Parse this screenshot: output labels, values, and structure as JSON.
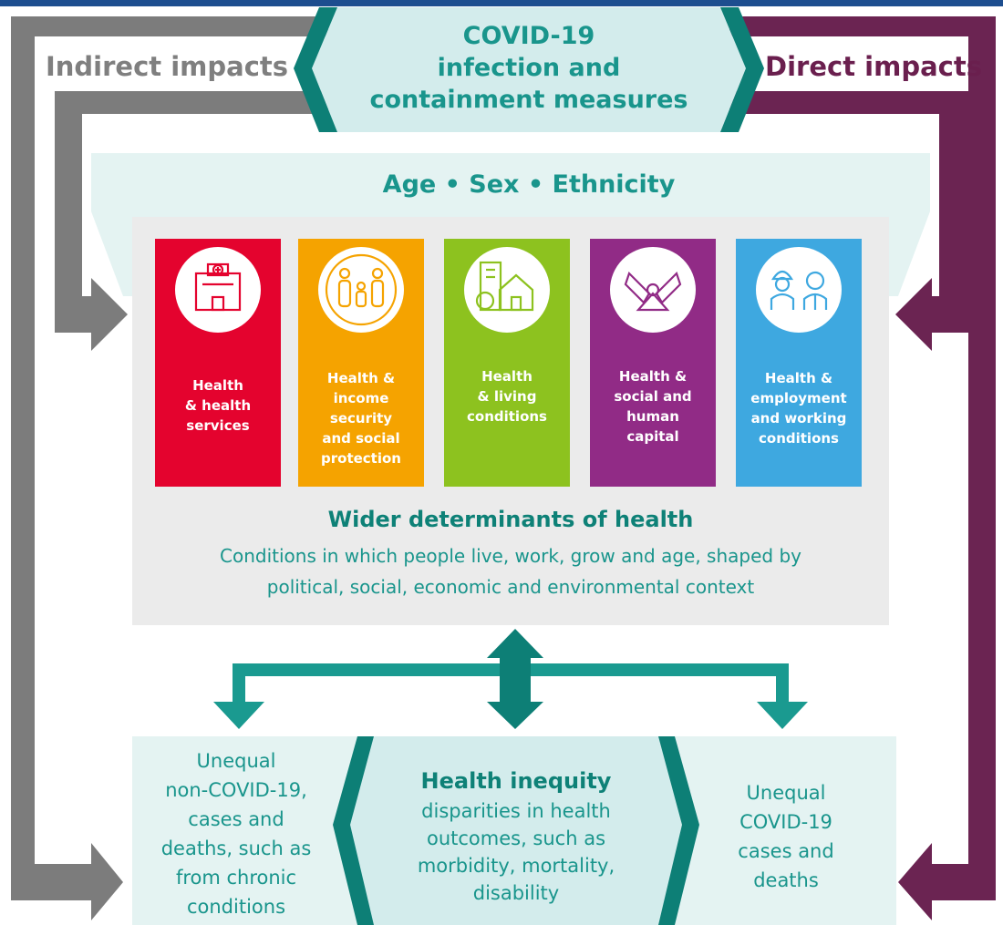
{
  "colors": {
    "teal": "#1a9a90",
    "teal_dark": "#0d7f76",
    "teal_light": "#d3ecec",
    "teal_pale": "#e4f3f2",
    "grey_arrow": "#7c7c7c",
    "grey_text": "#7f7f7f",
    "purple_arrow": "#6b2452",
    "purple_text": "#6a1f4e",
    "panel_grey": "#ebebeb",
    "top_band": "#1d4e8f"
  },
  "top": {
    "line1": "COVID-19",
    "line2": "infection and",
    "line3": "containment measures"
  },
  "indirect_label": "Indirect impacts",
  "direct_label": "Direct impacts",
  "demographics": "Age • Sex • Ethnicity",
  "determinants": [
    {
      "icon": "hospital-icon",
      "color": "#e4032e",
      "lines": [
        "Health",
        "& health",
        "services"
      ]
    },
    {
      "icon": "family-icon",
      "color": "#f5a300",
      "lines": [
        "Health &",
        "income",
        "security",
        "and social",
        "protection"
      ]
    },
    {
      "icon": "buildings-icon",
      "color": "#8dc21f",
      "lines": [
        "Health",
        "& living",
        "conditions"
      ]
    },
    {
      "icon": "hands-icon",
      "color": "#912b86",
      "lines": [
        "Health &",
        "social and",
        "human",
        "capital"
      ]
    },
    {
      "icon": "workers-icon",
      "color": "#3ea8e0",
      "lines": [
        "Health &",
        "employment",
        "and working",
        "conditions"
      ]
    }
  ],
  "wider": {
    "title": "Wider determinants of health",
    "line1": "Conditions in which people live, work, grow and age, shaped by",
    "line2": "political, social, economic and environmental context"
  },
  "bottom_left": [
    "Unequal",
    "non-COVID-19,",
    "cases and",
    "deaths, such as",
    "from chronic",
    "conditions"
  ],
  "bottom_center": {
    "title": "Health inequity",
    "lines": [
      "disparities in health",
      "outcomes, such as",
      "morbidity, mortality,",
      "disability"
    ]
  },
  "bottom_right": [
    "Unequal",
    "COVID-19",
    "cases and",
    "deaths"
  ]
}
